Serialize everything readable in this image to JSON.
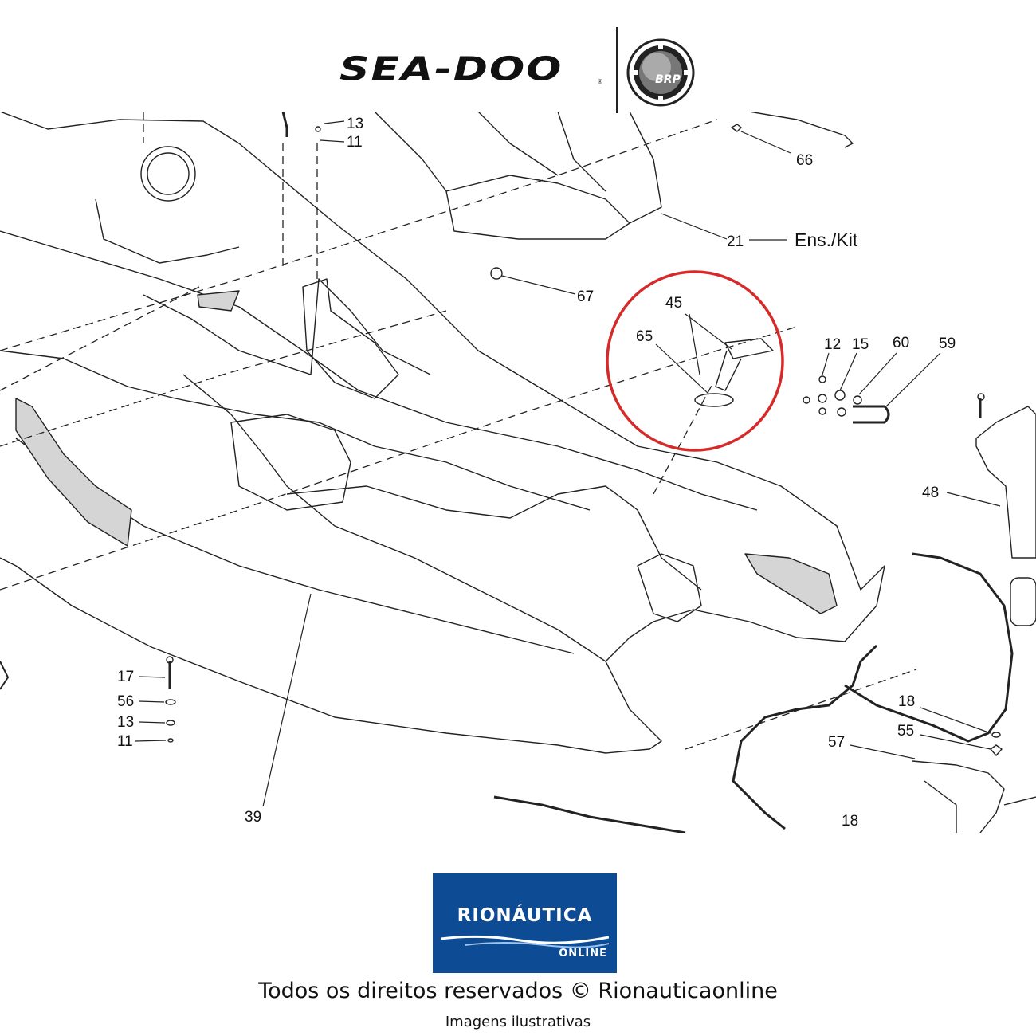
{
  "header": {
    "brand_wordmark": "SEA-DOO",
    "registered_mark": "®",
    "brp_logo_text": "BRP"
  },
  "callouts": {
    "c13_top": "13",
    "c11_top": "11",
    "c66": "66",
    "c21": "21",
    "kit_text": "Ens./Kit",
    "c67": "67",
    "c45": "45",
    "c65": "65",
    "c12": "12",
    "c15": "15",
    "c60": "60",
    "c59": "59",
    "c48": "48",
    "c17": "17",
    "c56": "56",
    "c13_bottom": "13",
    "c11_bottom": "11",
    "c39": "39",
    "c18_a": "18",
    "c55": "55",
    "c57": "57",
    "c18_b": "18"
  },
  "highlight": {
    "color": "#d62a2a"
  },
  "footer": {
    "logo_line1": "RIONÁUTICA",
    "logo_line2": "ONLINE",
    "logo_color": "#0d4c95",
    "copyright": "Todos os direitos reservados © Rionauticaonline",
    "note": "Imagens ilustrativas"
  }
}
